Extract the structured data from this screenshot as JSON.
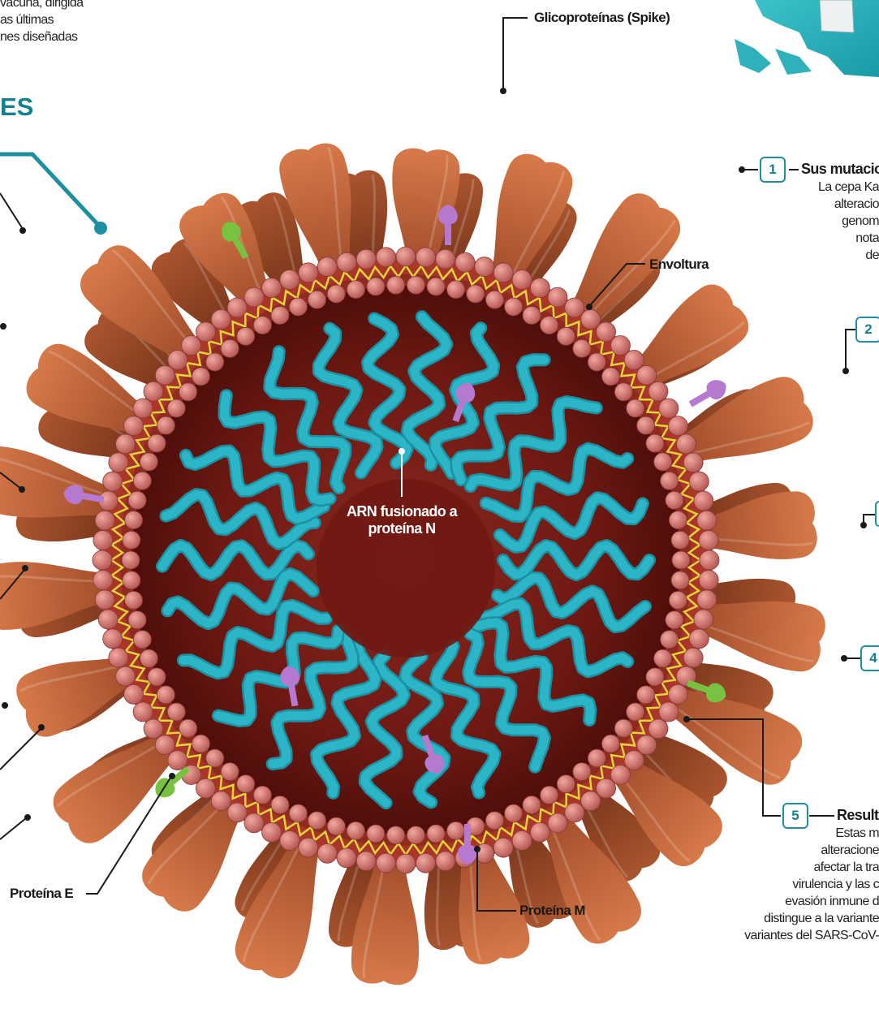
{
  "intro_text": [
    "vacuna, dirigida",
    "as últimas",
    "nes diseñadas"
  ],
  "section_heading": "ES",
  "labels": {
    "spike": "Glicoproteínas (Spike)",
    "envelope": "Envoltura",
    "rna": "ARN fusionado a\nproteína N",
    "protein_e": "Proteína E",
    "protein_m": "Proteína M"
  },
  "notes": [
    {
      "number": "1",
      "title": "Sus mutacio",
      "lines": [
        "La cepa Ka",
        "alteracio",
        "genom",
        "nota",
        "de"
      ]
    },
    {
      "number": "2"
    },
    {
      "number": "4"
    },
    {
      "number": "5",
      "title": "Result",
      "lines": [
        "Estas m",
        "alteracione",
        "afectar la tra",
        "virulencia y las c",
        "evasión inmune d",
        "distingue a la variante",
        "variantes del SARS-CoV-"
      ]
    }
  ],
  "colors": {
    "accent": "#12808e",
    "spike": "#c8683a",
    "membrane_bead": "#cf7470",
    "envelope_interior": "#7a1c15",
    "rna_strand": "#2bb5c6",
    "protein_m": "#b57ad0",
    "protein_e": "#79c241",
    "lipid_helix": "#e6d33a"
  }
}
